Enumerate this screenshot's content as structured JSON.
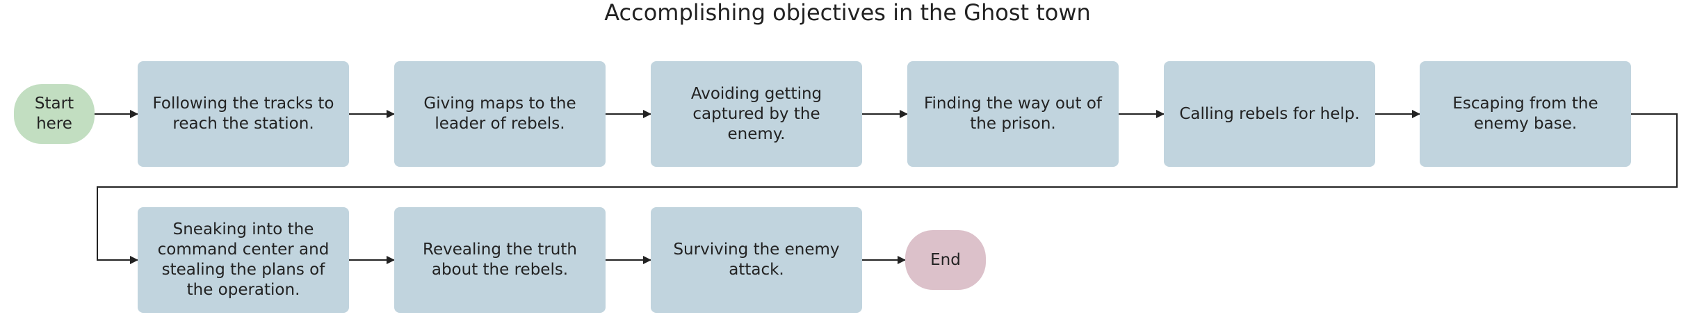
{
  "title": "Accomplishing objectives in the Ghost town",
  "colors": {
    "step_fill": "#c1d4de",
    "start_fill": "#c2dec1",
    "end_fill": "#dcc1ca",
    "connector": "#222222"
  },
  "nodes": {
    "start": "Start here",
    "step1": "Following the tracks to reach the station.",
    "step2": "Giving maps to the leader of rebels.",
    "step3": "Avoiding getting captured by the enemy.",
    "step4": "Finding the way out of the prison.",
    "step5": "Calling rebels for help.",
    "step6": "Escaping from the enemy base.",
    "step7": "Sneaking into the command center and stealing the plans of the operation.",
    "step8": "Revealing the truth about the rebels.",
    "step9": "Surviving the enemy attack.",
    "end": "End"
  }
}
